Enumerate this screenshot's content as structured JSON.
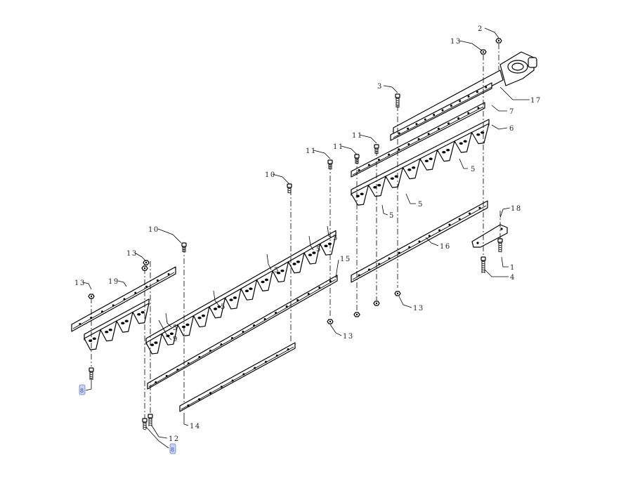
{
  "diagram": {
    "callouts": [
      {
        "text": "2"
      },
      {
        "text": "13"
      },
      {
        "text": "3"
      },
      {
        "text": "17"
      },
      {
        "text": "7"
      },
      {
        "text": "6"
      },
      {
        "text": "11"
      },
      {
        "text": "11"
      },
      {
        "text": "11"
      },
      {
        "text": "5"
      },
      {
        "text": "5"
      },
      {
        "text": "5"
      },
      {
        "text": "10"
      },
      {
        "text": "5"
      },
      {
        "text": "5"
      },
      {
        "text": "5"
      },
      {
        "text": "10"
      },
      {
        "text": "13"
      },
      {
        "text": "5"
      },
      {
        "text": "13"
      },
      {
        "text": "19"
      },
      {
        "text": "5"
      },
      {
        "text": "9"
      },
      {
        "text": "15"
      },
      {
        "text": "16"
      },
      {
        "text": "18"
      },
      {
        "text": "1"
      },
      {
        "text": "4"
      },
      {
        "text": "13"
      },
      {
        "text": "13"
      },
      {
        "text": "14"
      },
      {
        "text": "12"
      },
      {
        "text": "8"
      },
      {
        "text": "8"
      }
    ]
  }
}
